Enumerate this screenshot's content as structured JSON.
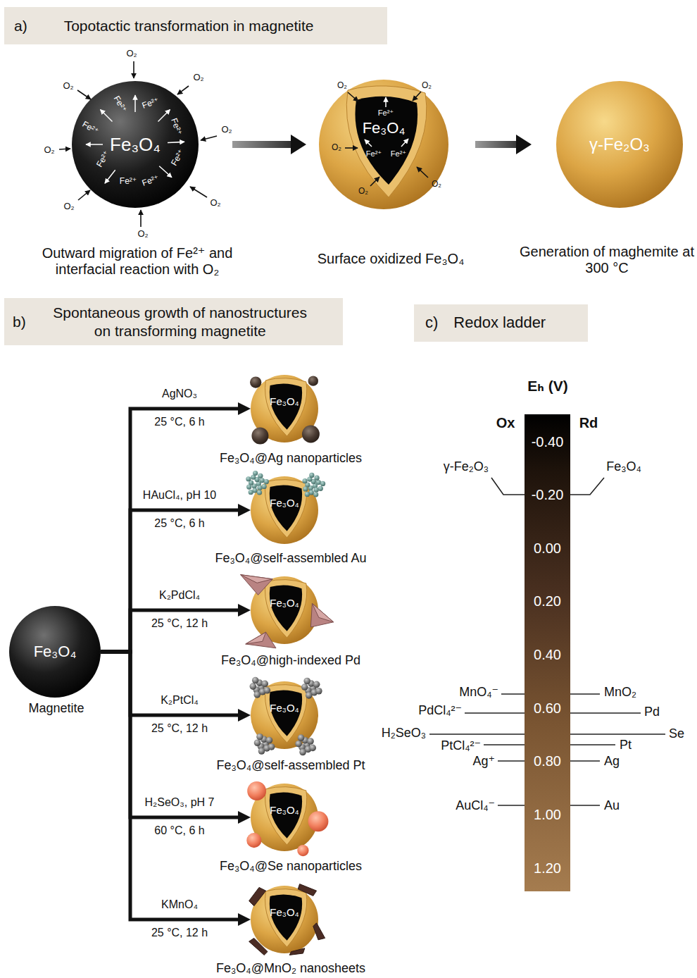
{
  "diagram": {
    "nodes": [
      {
        "text": [
          "a)",
          "Topotactic transformation in magnetite"
        ]
      },
      {
        "text": [
          "Fe₃O₄"
        ]
      },
      {
        "text": [
          "Fe₃O₄"
        ]
      },
      {
        "text": [
          "γ-Fe₂O₃"
        ]
      },
      {
        "text": [
          "b)",
          "Spontaneous growth of nanostructures on transforming magnetite"
        ]
      },
      {
        "text": [
          "Fe₃O₄"
        ]
      },
      {
        "text": [
          "Fe₃O₄"
        ]
      },
      {
        "text": [
          "Fe₃O₄"
        ]
      },
      {
        "text": [
          "Fe₃O₄"
        ]
      },
      {
        "text": [
          "Fe₃O₄"
        ]
      },
      {
        "text": [
          "Fe₃O₄"
        ]
      },
      {
        "text": [
          "Fe₃O₄"
        ]
      },
      {
        "text": [
          "c)",
          "Redox ladder"
        ]
      },
      {
        "text": [
          "-0.40",
          "-0.20",
          "0.00",
          "0.20",
          "0.40",
          "0.60",
          "0.80",
          "1.00",
          "1.20"
        ]
      }
    ],
    "edges": [
      {
        "from": 1,
        "to": 2,
        "arrow": "to"
      },
      {
        "from": 2,
        "to": 3,
        "arrow": "to"
      },
      {
        "from": 5,
        "to": 6,
        "arrow": "to",
        "label": "AgNO₃"
      },
      {
        "from": 5,
        "to": 7,
        "arrow": "to",
        "label": "HAuCl₄, pH 10"
      },
      {
        "from": 5,
        "to": 8,
        "arrow": "to",
        "label": "K₂PdCl₄"
      },
      {
        "from": 5,
        "to": 9,
        "arrow": "to",
        "label": "K₂PtCl₄"
      },
      {
        "from": 5,
        "to": 10,
        "arrow": "to",
        "label": "H₂SeO₃, pH 7"
      },
      {
        "from": 5,
        "to": 11,
        "arrow": "to",
        "label": "KMnO₄"
      }
    ],
    "labels": [
      "Fe²⁺",
      "Fe²⁺",
      "Fe²⁺",
      "Fe²⁺",
      "Fe²⁺",
      "Fe²⁺",
      "Fe²⁺",
      "Fe²⁺",
      "O₂",
      "O₂",
      "O₂",
      "O₂",
      "O₂",
      "O₂",
      "O₂",
      "O₂",
      "Fe²⁺",
      "Fe²⁺",
      "Fe²⁺",
      "O₂",
      "O₂",
      "O₂",
      "O₂",
      "O₂",
      "Outward migration of Fe²⁺ and interfacial reaction with O₂",
      "Surface oxidized Fe₃O₄",
      "Generation of maghemite at 300 °C",
      "Magnetite",
      "25 °C, 6 h",
      "25 °C, 6 h",
      "25 °C, 12 h",
      "25 °C, 12 h",
      "60 °C, 6 h",
      "25 °C, 12 h",
      "Fe₃O₄@Ag nanoparticles",
      "Fe₃O₄@self-assembled Au",
      "Fe₃O₄@high-indexed Pd",
      "Fe₃O₄@self-assembled Pt",
      "Fe₃O₄@Se nanoparticles",
      "Fe₃O₄@MnO₂ nanosheets",
      "Eₕ (V)",
      "Ox",
      "Rd",
      "γ-Fe₂O₃",
      "Fe₃O₄",
      "MnO₄⁻",
      "MnO₂",
      "PdCl₄²⁻",
      "Pd",
      "H₂SeO₃",
      "Se",
      "PtCl₄²⁻",
      "Pt",
      "Ag⁺",
      "Ag",
      "AuCl₄⁻",
      "Au"
    ]
  }
}
